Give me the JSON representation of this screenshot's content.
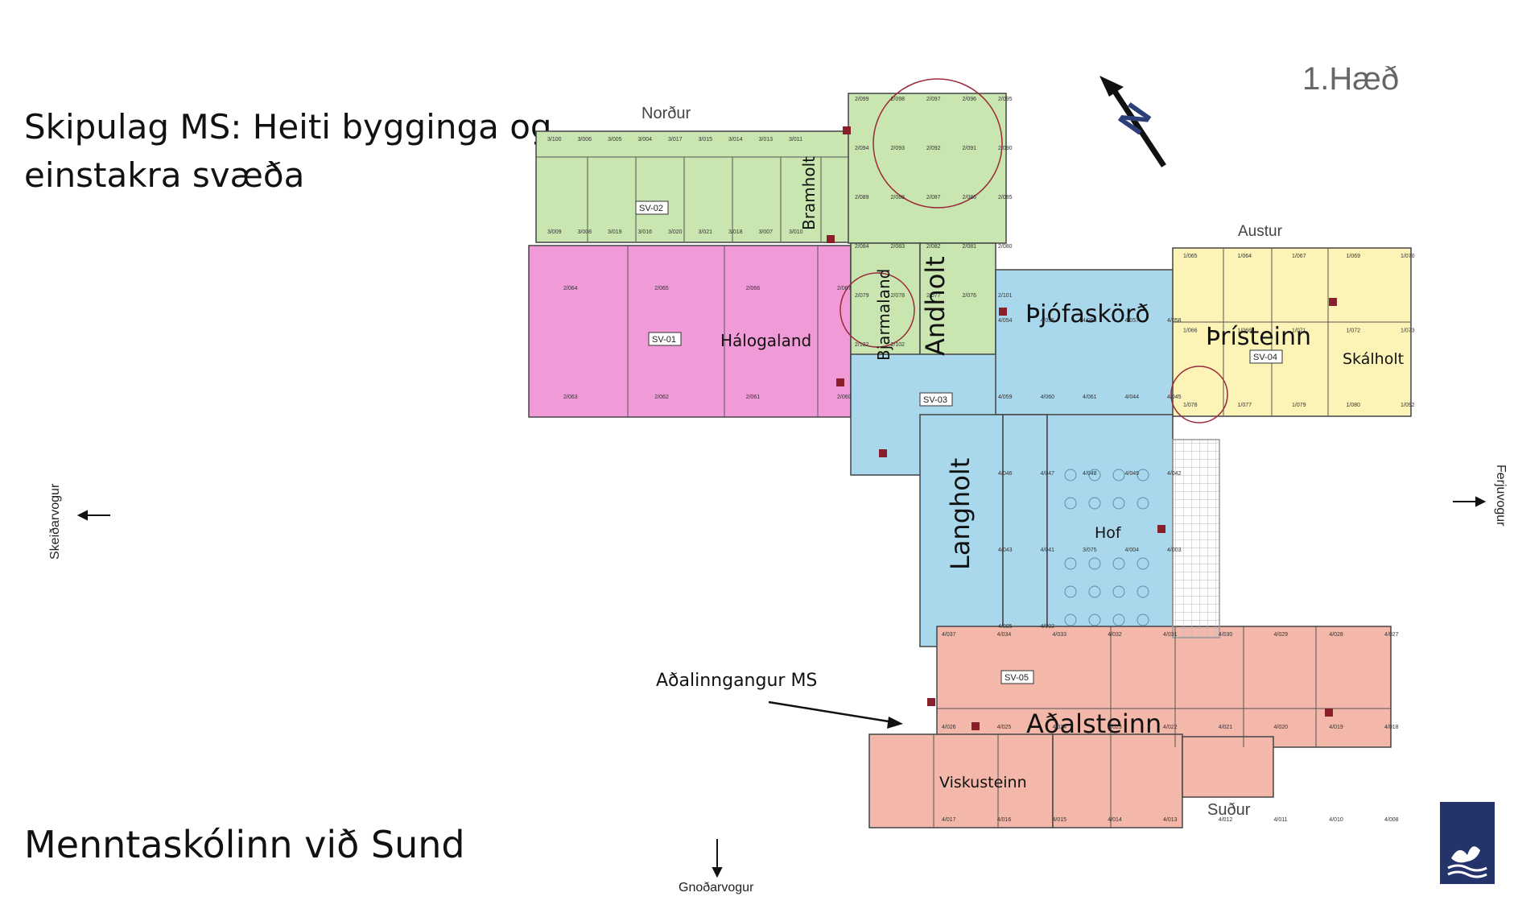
{
  "title": "Skipulag MS: Heiti bygginga og einstakra svæða",
  "title_line1": "Skipulag MS: Heiti bygginga og",
  "title_line2": "einstakra svæða",
  "floor": "1.Hæð",
  "school_name": "Menntaskólinn við Sund",
  "directions": {
    "north": "Norður",
    "east": "Austur",
    "south": "Suður"
  },
  "roads": {
    "west": "Skeiðarvogur",
    "east": "Ferjuvogur",
    "south": "Gnoðarvogur"
  },
  "entrance_label": "Aðalinngangur MS",
  "compass_letter": "N",
  "colors": {
    "north_wing": "#c9e6b0",
    "halogaland": "#f09ad8",
    "central": "#a9d8ec",
    "east_wing": "#fbf4b6",
    "south_wing": "#f4b8aa",
    "marker": "#8a1f2c",
    "logo": "#24346b"
  },
  "buildings": {
    "halogaland": "Hálogaland",
    "bramholt": "Bramholt",
    "bjarmaland": "Bjarmaland",
    "andholt": "Andholt",
    "thjofaskord": "Þjófaskörð",
    "thristeinn": "Þrísteinn",
    "skalholt": "Skálholt",
    "langholt": "Langholt",
    "hof": "Hof",
    "adalsteinn": "Aðalsteinn",
    "viskusteinn": "Viskusteinn"
  },
  "zones": [
    "SV-01",
    "SV-02",
    "SV-03",
    "SV-04",
    "SV-05"
  ],
  "room_numbers": {
    "north": [
      "3/100",
      "3/006",
      "3/005",
      "3/004",
      "3/017",
      "3/015",
      "3/014",
      "3/013",
      "3/011",
      "3/009",
      "3/008",
      "3/019",
      "3/016",
      "3/020",
      "3/021",
      "3/018",
      "3/007",
      "3/010"
    ],
    "halogaland": [
      "2/064",
      "2/065",
      "2/066",
      "2/067",
      "2/063",
      "2/062",
      "2/061",
      "2/060"
    ],
    "bjarmaland": [
      "2/099",
      "2/098",
      "2/097",
      "2/096",
      "2/095",
      "2/094",
      "2/093",
      "2/092",
      "2/091",
      "2/090",
      "2/089",
      "2/088",
      "2/087",
      "2/086",
      "2/085",
      "2/084",
      "2/083",
      "2/082",
      "2/081",
      "2/080",
      "2/079",
      "2/078",
      "2/077",
      "2/076",
      "2/101",
      "2/122",
      "2/102"
    ],
    "east": [
      "1/065",
      "1/064",
      "1/067",
      "1/069",
      "1/070",
      "1/066",
      "1/068",
      "1/071",
      "1/072",
      "1/073",
      "1/078",
      "1/077",
      "1/079",
      "1/080",
      "1/092"
    ],
    "central": [
      "4/054",
      "4/055",
      "4/056",
      "4/057",
      "4/058",
      "4/059",
      "4/060",
      "4/061",
      "4/044",
      "4/045",
      "4/046",
      "4/047",
      "4/048",
      "4/049",
      "4/042",
      "4/043",
      "4/041",
      "3/075",
      "4/004",
      "4/003",
      "4/005",
      "4/002"
    ],
    "south": [
      "4/037",
      "4/034",
      "4/033",
      "4/032",
      "4/031",
      "4/030",
      "4/029",
      "4/028",
      "4/027",
      "4/026",
      "4/025",
      "4/024",
      "4/023",
      "4/022",
      "4/021",
      "4/020",
      "4/019",
      "4/018",
      "4/017",
      "4/016",
      "4/015",
      "4/014",
      "4/013",
      "4/012",
      "4/011",
      "4/010",
      "4/008"
    ]
  }
}
